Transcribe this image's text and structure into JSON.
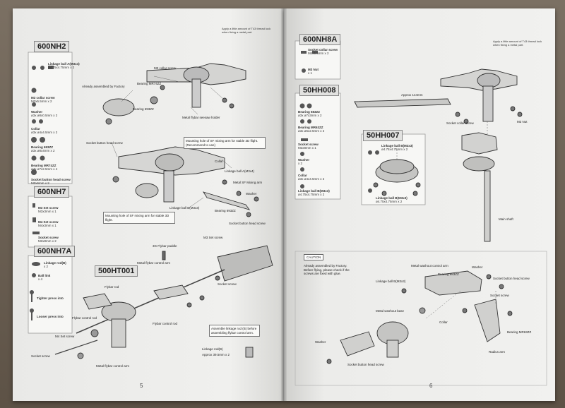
{
  "left_page": {
    "page_number": "5",
    "sections": {
      "nh2": "600NH2",
      "nh7": "600NH7",
      "nh7a": "600NH7A",
      "ht001": "500HT001"
    },
    "note_top": "Apply a little amount of T43 thread lock when fixing a metal part.",
    "nh2_parts": [
      {
        "name": "Linkage ball A(M3x4)",
        "qty": "ø4.75x4.75mm x 2"
      },
      {
        "name": "M3 collar screw",
        "qty": "M3x5.5mm x 2"
      },
      {
        "name": "Washer",
        "qty": "ø3x ø8x0.5mm x 2"
      },
      {
        "name": "Collar",
        "qty": "ø3x ø4x4.5mm x 2"
      },
      {
        "name": "Bearing 693ZZ",
        "qty": "ø3x ø8x4mm x 2"
      },
      {
        "name": "Bearing MR74ZZ",
        "qty": "ø4x ø7x2.5mm x 4"
      },
      {
        "name": "Socket button head screw",
        "qty": "M3x6mm x 2"
      }
    ],
    "nh7_parts": [
      {
        "name": "M3 Set screw",
        "qty": "M3x3mm x 1"
      },
      {
        "name": "M4 Set screw",
        "qty": "M4x3mm x 1"
      },
      {
        "name": "Socket screw",
        "qty": "M2x8mm x 2"
      }
    ],
    "nh7a_parts": [
      {
        "name": "Linkage rod(B)",
        "qty": "x 2"
      },
      {
        "name": "Ball link",
        "qty": "x 4"
      },
      {
        "name": "Tighter press into",
        "qty": ""
      },
      {
        "name": "Looser press into",
        "qty": ""
      }
    ],
    "annotations": [
      "Already assembled by Factory",
      "Bearing MR74ZZ",
      "Metal flybar seesaw holder",
      "M3 collar screw",
      "Bearing 693ZZ",
      "Socket button head screw",
      "Mounting hole of SF mixing arm for stable 3D flight.(Recommend to use)",
      "Collar",
      "Linkage ball A(M3x4)",
      "Metal SF Mixing arm",
      "Washer",
      "Linkage ball B(M3x3)",
      "Bearing 693ZZ",
      "Socket button head screw",
      "Mounting hole of SF mixing arm for stable 3D flight.",
      "M3 Set screw",
      "3G Flybar paddle",
      "Metal flybar control arm",
      "Flybar rod",
      "Socket screw",
      "Flybar control rod",
      "Flybar control rod",
      "Assemble linkage rod (B) before assembling flybar control arm.",
      "Linkage rod(B)",
      "Approx 39.5mm x 2",
      "M4 Set screw",
      "Socket screw",
      "Metal flybar control arm"
    ]
  },
  "right_page": {
    "page_number": "6",
    "sections": {
      "nh8a": "600NH8A",
      "hh008": "50HH008",
      "hh007": "50HH007"
    },
    "note_top": "Apply a little amount of T43 thread lock when fixing a metal part.",
    "nh8a_parts": [
      {
        "name": "Socket collar screw",
        "qty": "M4x5.5mm x 2"
      },
      {
        "name": "M3 Nut",
        "qty": "x 1"
      }
    ],
    "hh008_parts": [
      {
        "name": "Bearing 683ZZ",
        "qty": "ø3x ø7x3mm x 2"
      },
      {
        "name": "Bearing MR63ZZ",
        "qty": "ø3x ø6x2.5mm x 2"
      },
      {
        "name": "Socket screw",
        "qty": "M3x8mm x 1"
      },
      {
        "name": "Washer",
        "qty": "x 2"
      },
      {
        "name": "Collar",
        "qty": "ø3x ø4x4.5mm x 2"
      },
      {
        "name": "Linkage ball B(M3x3)",
        "qty": "ø4.75x4.75mm x 2"
      }
    ],
    "hh007_parts": [
      {
        "name": "Linkage ball B(M3x3)",
        "qty": "ø4.75x4.75mm x 2"
      },
      {
        "name": "Linkage ball B(M3x3)",
        "qty": "ø4.75x4.75mm x 2"
      }
    ],
    "annotations": [
      "Approx 144mm",
      "Socket collar screw",
      "M3 Nut",
      "Main shaft",
      "Metal washout control arm",
      "Washer",
      "Linkage ball B(M3x3)",
      "Bearing 683ZZ",
      "Socket button head screw",
      "Socket screw",
      "Metal washout base",
      "Collar",
      "Bearing MR63ZZ",
      "Washer",
      "Socket button head screw",
      "Radius arm"
    ],
    "caution": "CAUTION",
    "caution_text": "Already assembled by Factory. Before flying, please check if the screws are fixed with glue."
  }
}
